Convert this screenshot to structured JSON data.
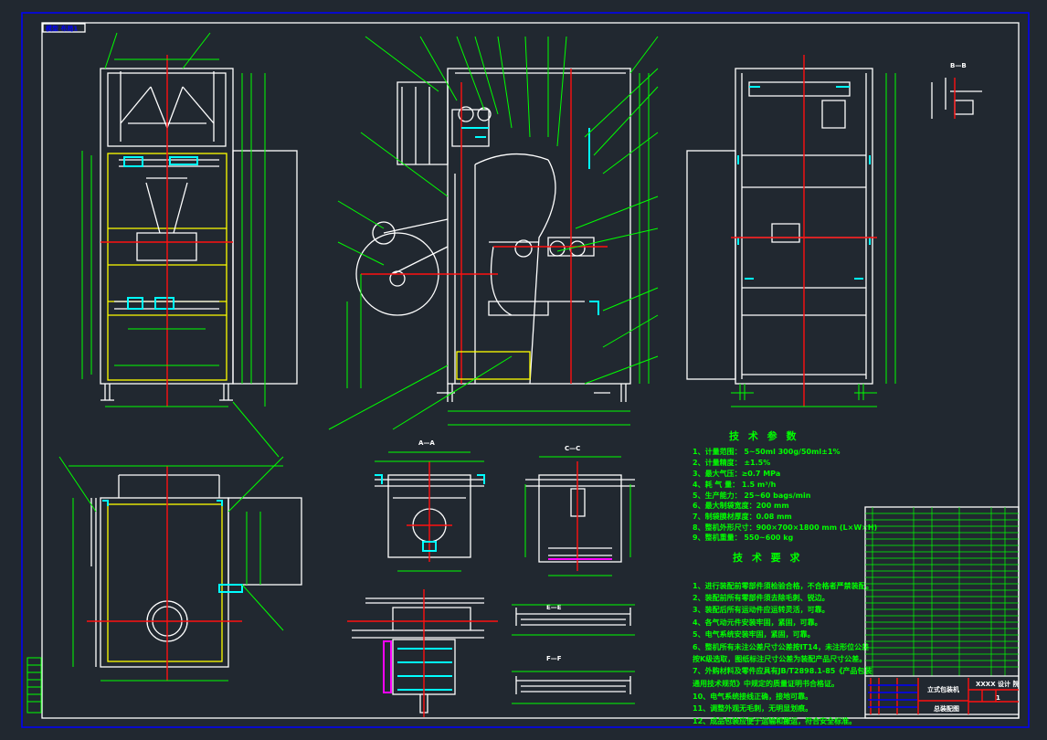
{
  "viewer": {
    "tab_label": "模型 布局1"
  },
  "views": {
    "section_a": "A—A",
    "section_b": "B—B",
    "section_c": "C—C",
    "section_e": "E—E",
    "section_f": "F—F"
  },
  "tech_params": {
    "title": "技 术 参 数",
    "items": [
      "1、计量范围： 5~50ml  300g/50ml±1%",
      "2、计量精度： ±1.5%",
      "3、最大气压：≥0.7 MPa",
      "4、耗 气 量： 1.5 m³/h",
      "5、生产能力： 25~60 bags/min",
      "6、最大制袋宽度：200 mm",
      "7、制袋膜材厚度：0.08 mm",
      "8、整机外形尺寸：900×700×1800 mm (L×W×H)",
      "9、整机重量： 550~600 kg"
    ]
  },
  "tech_requirements": {
    "title": "技 术 要 求",
    "items": [
      "1、进行装配前零部件须检验合格，不合格者严禁装配。",
      "2、装配前所有零部件须去除毛刺、锐边。",
      "3、装配后所有运动件应运转灵活，可靠。",
      "4、各气动元件安装牢固，紧固，可靠。",
      "5、电气系统安装牢固，紧固，可靠。",
      "6、整机所有未注公差尺寸公差按IT14，未注形位公差",
      "   按K级选取，图纸标注尺寸公差为装配产品尺寸公差。",
      "7、外购材料及零件应具有JB/T2898.1-85《产品包装",
      "   通用技术规范》中规定的质量证明书合格证。",
      "10、电气系统接线正确，接地可靠。",
      "11、调整外观无毛刺，无明显划痕。",
      "12、成品包装应便于运输和搬运，符合安全标准。"
    ]
  },
  "title_block": {
    "drawing_name": "立式包装机",
    "drawing_type": "总装配图",
    "company": "XXXX 设计 院",
    "scale": "1"
  },
  "colors": {
    "background": "#212830",
    "frame": "#ffffff",
    "dimension": "#00ff00",
    "centerline": "#ff1010",
    "hidden": "#ffff00",
    "border": "#0000ff"
  }
}
